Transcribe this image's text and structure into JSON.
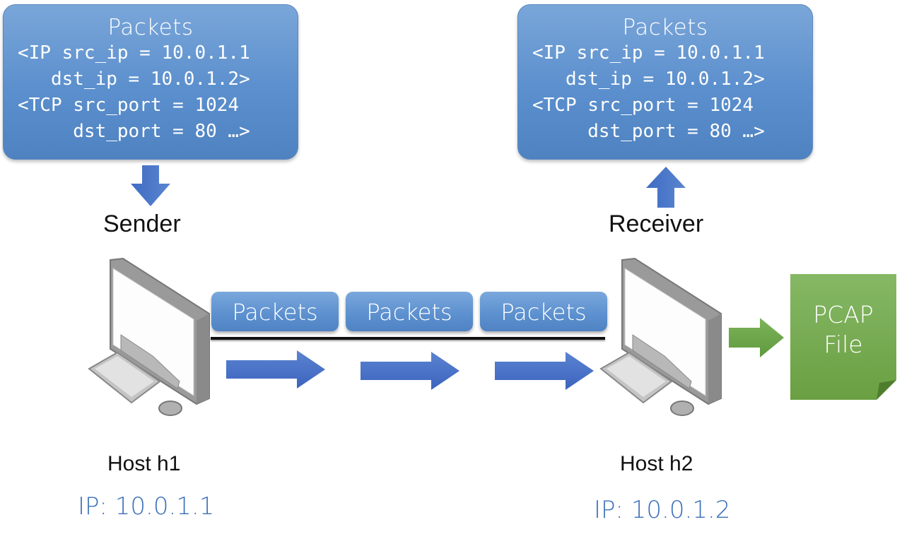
{
  "sender_packet_box": {
    "title": "Packets",
    "lines": [
      "<IP src_ip = 10.0.1.1",
      "   dst_ip = 10.0.1.2>",
      "<TCP src_port = 1024",
      "     dst_port = 80 …>"
    ]
  },
  "receiver_packet_box": {
    "title": "Packets",
    "lines": [
      "<IP src_ip = 10.0.1.1",
      "   dst_ip = 10.0.1.2>",
      "<TCP src_port = 1024",
      "     dst_port = 80 …>"
    ]
  },
  "sender": {
    "role": "Sender",
    "host": "Host h1",
    "ip": "IP: 10.0.1.1"
  },
  "receiver": {
    "role": "Receiver",
    "host": "Host h2",
    "ip": "IP: 10.0.1.2"
  },
  "link_packets": [
    "Packets",
    "Packets",
    "Packets"
  ],
  "pcap_file": {
    "line1": "PCAP",
    "line2": "File"
  },
  "colors": {
    "packet_blue": "#5b8fcd",
    "arrow_blue": "#4a72c4",
    "pcap_green": "#74a84a",
    "ip_blue": "#3a6fb8"
  }
}
